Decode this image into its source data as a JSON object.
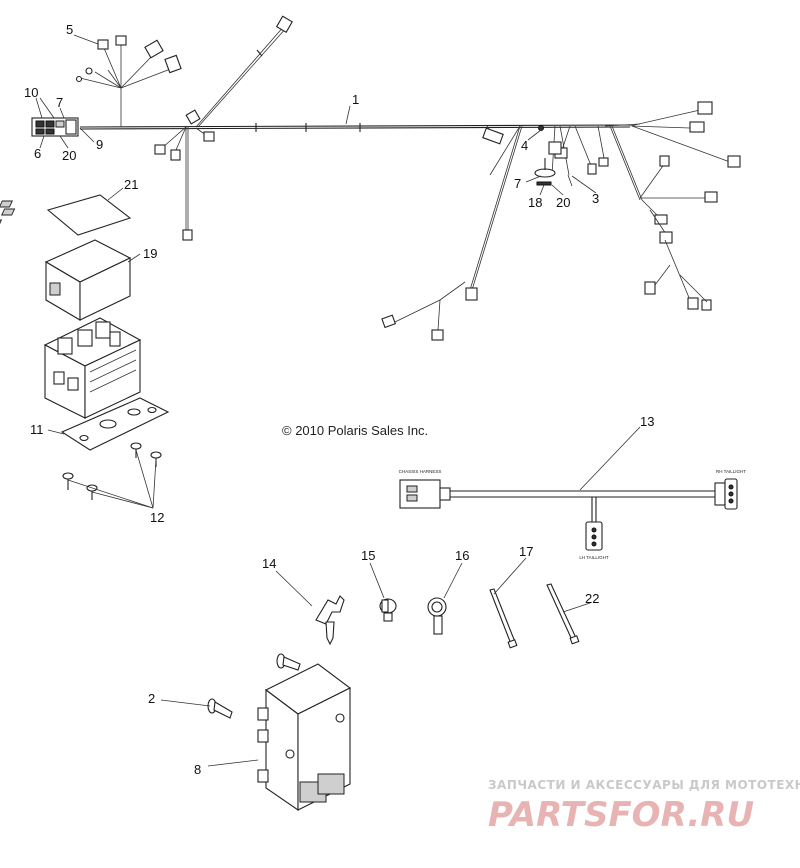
{
  "callouts": {
    "c1": "1",
    "c2": "2",
    "c3": "3",
    "c4": "4",
    "c5": "5",
    "c6": "6",
    "c7a": "7",
    "c7b": "7",
    "c8": "8",
    "c9": "9",
    "c10": "10",
    "c11": "11",
    "c12": "12",
    "c13": "13",
    "c14": "14",
    "c15": "15",
    "c16": "16",
    "c17": "17",
    "c18": "18",
    "c20a": "20",
    "c20b": "20",
    "c21": "21",
    "c19": "19",
    "c22": "22"
  },
  "copyright": "© 2010 Polaris Sales Inc.",
  "harness_labels": {
    "chassis": "CHASSIS HARNESS",
    "rh_taillight": "RH TAILLIGHT",
    "lh_taillight": "LH TAILLIGHT"
  },
  "watermark": {
    "tagline": "ЗАПЧАСТИ И АКСЕССУАРЫ ДЛЯ МОТОТЕХНИКИ",
    "brand": "PARTSFOR.RU"
  },
  "colors": {
    "line": "#222222",
    "watermark_brand": "#e8b3b3",
    "watermark_tagline": "#c9c9c9"
  }
}
